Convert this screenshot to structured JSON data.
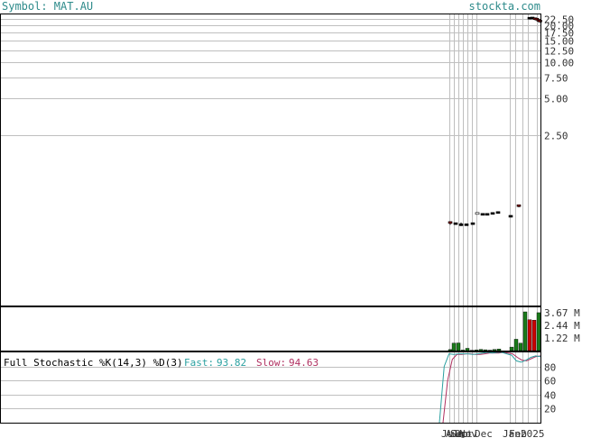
{
  "header": {
    "symbol_label": "Symbol: MAT.AU",
    "site": "stockta.com"
  },
  "colors": {
    "header_text": "#2e8b8b",
    "grid": "#bfbfbf",
    "frame": "#000000",
    "volume_up": "#1a7a1a",
    "volume_down": "#cc0000",
    "candle_down": "#8b0000",
    "fast_line": "#2aa0a0",
    "slow_line": "#b03060"
  },
  "chart_data": [
    {
      "type": "candlestick",
      "scale": "log",
      "y_ticks": [
        2.5,
        5.0,
        7.5,
        10.0,
        12.5,
        15.0,
        17.5,
        20.0,
        22.5
      ],
      "y_tick_labels": [
        "2.50",
        "5.00",
        "7.50",
        "10.00",
        "12.50",
        "15.00",
        "17.50",
        "20.00",
        "22.50"
      ],
      "candles": [
        {
          "o": 0.48,
          "h": 0.49,
          "l": 0.46,
          "c": 0.47,
          "dir": "down"
        },
        {
          "o": 0.47,
          "h": 0.47,
          "l": 0.46,
          "c": 0.47,
          "dir": "flat"
        },
        {
          "o": 0.46,
          "h": 0.48,
          "l": 0.45,
          "c": 0.46,
          "dir": "flat"
        },
        {
          "o": 0.46,
          "h": 0.47,
          "l": 0.46,
          "c": 0.46,
          "dir": "flat"
        },
        {
          "o": 0.47,
          "h": 0.47,
          "l": 0.46,
          "c": 0.47,
          "dir": "flat"
        },
        {
          "o": 0.57,
          "h": 0.58,
          "l": 0.56,
          "c": 0.57,
          "dir": "up"
        },
        {
          "o": 0.56,
          "h": 0.57,
          "l": 0.56,
          "c": 0.56,
          "dir": "flat"
        },
        {
          "o": 0.56,
          "h": 0.57,
          "l": 0.55,
          "c": 0.56,
          "dir": "flat"
        },
        {
          "o": 0.57,
          "h": 0.57,
          "l": 0.56,
          "c": 0.57,
          "dir": "flat"
        },
        {
          "o": 0.58,
          "h": 0.58,
          "l": 0.57,
          "c": 0.58,
          "dir": "flat"
        },
        {
          "o": 0.54,
          "h": 0.55,
          "l": 0.53,
          "c": 0.54,
          "dir": "flat"
        },
        {
          "o": 0.65,
          "h": 0.67,
          "l": 0.64,
          "c": 0.66,
          "dir": "down"
        },
        {
          "o": 22.8,
          "h": 23.0,
          "l": 22.4,
          "c": 22.8,
          "dir": "flat"
        },
        {
          "o": 22.9,
          "h": 23.1,
          "l": 22.6,
          "c": 22.8,
          "dir": "flat"
        },
        {
          "o": 22.6,
          "h": 22.9,
          "l": 22.0,
          "c": 22.3,
          "dir": "down"
        },
        {
          "o": 22.4,
          "h": 22.5,
          "l": 21.8,
          "c": 22.0,
          "dir": "down"
        },
        {
          "o": 21.9,
          "h": 22.2,
          "l": 21.4,
          "c": 21.6,
          "dir": "down"
        },
        {
          "o": 21.6,
          "h": 21.8,
          "l": 21.0,
          "c": 21.4,
          "dir": "down"
        }
      ],
      "x_tick_labels": [
        "Jul",
        "Aug",
        "Sep",
        "Oct",
        "Nov",
        "Dec",
        "Jan",
        "Feb",
        "2025"
      ]
    },
    {
      "type": "bar",
      "title": "volume",
      "y_ticks": [
        1.22,
        2.44,
        3.67
      ],
      "y_tick_labels": [
        "1.22 M",
        "2.44 M",
        "3.67 M"
      ],
      "values": [
        0.1,
        0.72,
        0.74,
        0.05,
        0.22,
        0.03,
        0.06,
        0.12,
        0.08,
        0.04,
        0.11,
        0.15,
        0.34,
        1.1,
        0.72,
        3.76,
        3.0,
        2.95,
        3.68
      ],
      "dir": [
        "up",
        "up",
        "up",
        "up",
        "up",
        "up",
        "up",
        "up",
        "up",
        "up",
        "up",
        "up",
        "up",
        "up",
        "up",
        "up",
        "down",
        "down",
        "up"
      ]
    },
    {
      "type": "line",
      "title": "Full Stochastic %K(14,3) %D(3)",
      "y_ticks": [
        20,
        40,
        60,
        80
      ],
      "y_tick_labels": [
        "20",
        "40",
        "60",
        "80"
      ],
      "ylim": [
        0,
        100
      ],
      "fast": {
        "name": "Fast:",
        "last": "93.82",
        "values": [
          0,
          80,
          98,
          97,
          98,
          98,
          98,
          97,
          98,
          99,
          100,
          99,
          100,
          100,
          98,
          96,
          88,
          86,
          89,
          93,
          95,
          94
        ]
      },
      "slow": {
        "name": "Slow:",
        "last": "94.63",
        "values": [
          0,
          60,
          90,
          97,
          97,
          98,
          98,
          97,
          97,
          98,
          99,
          99,
          99,
          100,
          99,
          98,
          93,
          89,
          88,
          91,
          94,
          95
        ]
      }
    }
  ]
}
